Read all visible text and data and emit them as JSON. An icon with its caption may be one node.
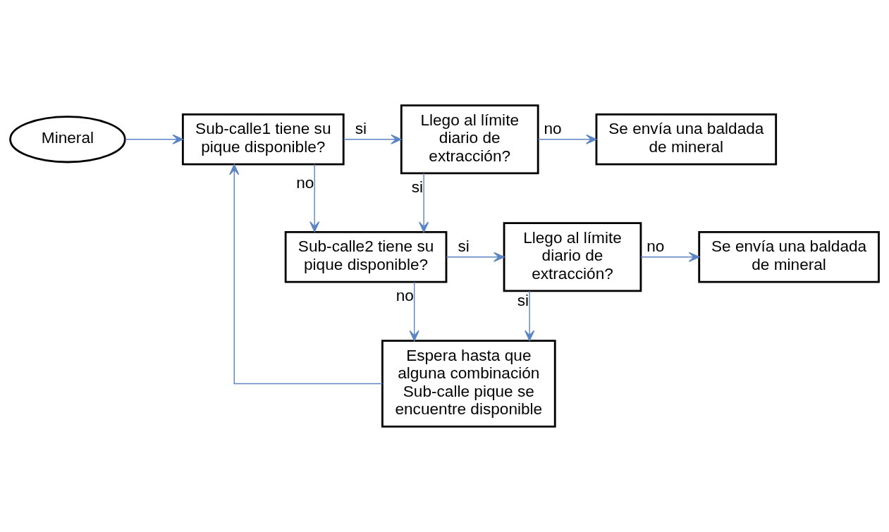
{
  "diagram": {
    "nodes": [
      {
        "text": [
          "Mineral"
        ]
      },
      {
        "text": [
          "Sub-calle1 tiene su pique disponible?"
        ]
      },
      {
        "text": [
          "Llego al límite diario de extracción?"
        ]
      },
      {
        "text": [
          "Se envía una baldada de mineral"
        ]
      },
      {
        "text": [
          "Sub-calle2 tiene su pique disponible?"
        ]
      },
      {
        "text": [
          "Llego al límite diario de extracción?"
        ]
      },
      {
        "text": [
          "Se envía una baldada de mineral"
        ]
      },
      {
        "text": [
          "Espera hasta que alguna combinación Sub-calle pique se encuentre disponible"
        ]
      }
    ],
    "edges": [
      {
        "from": 0,
        "to": 1,
        "arrow": "to"
      },
      {
        "from": 1,
        "to": 2,
        "label": "si",
        "arrow": "to"
      },
      {
        "from": 2,
        "to": 3,
        "label": "no",
        "arrow": "to"
      },
      {
        "from": 1,
        "to": 4,
        "label": "no",
        "arrow": "to"
      },
      {
        "from": 2,
        "to": 4,
        "label": "si",
        "arrow": "to"
      },
      {
        "from": 4,
        "to": 5,
        "label": "si",
        "arrow": "to"
      },
      {
        "from": 5,
        "to": 6,
        "label": "no",
        "arrow": "to"
      },
      {
        "from": 4,
        "to": 7,
        "label": "no",
        "arrow": "to"
      },
      {
        "from": 5,
        "to": 7,
        "label": "si",
        "arrow": "to"
      },
      {
        "from": 7,
        "to": 1,
        "arrow": "to"
      }
    ]
  }
}
